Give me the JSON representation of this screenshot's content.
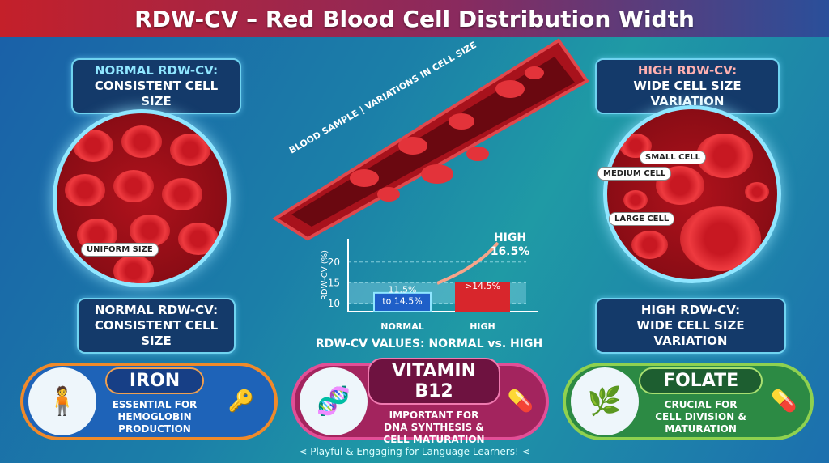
{
  "title": "RDW-CV – Red Blood Cell Distribution Width",
  "normal_top": {
    "line1": "NORMAL RDW-CV:",
    "line2": "CONSISTENT CELL SIZE"
  },
  "high_top": {
    "line1": "HIGH RDW-CV:",
    "line2": "WIDE CELL SIZE VARIATION"
  },
  "normal_bottom": {
    "line1": "NORMAL RDW-CV:",
    "line2": "CONSISTENT CELL SIZE"
  },
  "high_bottom": {
    "line1": "HIGH RDW-CV:",
    "line2": "WIDE CELL SIZE VARIATION"
  },
  "uniform_tag": "UNIFORM SIZE",
  "cell_tags": {
    "small": "SMALL CELL",
    "medium": "MEDIUM CELL",
    "large": "LARGE CELL"
  },
  "vessel_label": "BLOOD SAMPLE | VARIATIONS IN CELL SIZE",
  "chart_data": {
    "type": "bar",
    "categories": [
      "NORMAL",
      "HIGH"
    ],
    "bar_labels": [
      "11.5% to 14.5%",
      ">14.5%"
    ],
    "ylabel": "RDW-CV (%)",
    "yticks": [
      10,
      15,
      20
    ],
    "normal_range": [
      11.5,
      14.5
    ],
    "highlight_band": [
      10,
      15
    ],
    "callout": {
      "line1": "HIGH",
      "line2": "16.5%",
      "value": 16.5
    },
    "caption": "RDW-CV VALUES: NORMAL vs. HIGH",
    "colors": {
      "normal": "#1f5fc8",
      "high": "#d8262c"
    }
  },
  "cards": [
    {
      "title": "IRON",
      "desc": [
        "ESSENTIAL FOR",
        "HEMOGLOBIN",
        "PRODUCTION"
      ],
      "color": "#1e63b8",
      "accent": "#f08a2a"
    },
    {
      "title": "VITAMIN B12",
      "desc": [
        "IMPORTANT FOR",
        "DNA SYNTHESIS &",
        "CELL MATURATION"
      ],
      "color": "#a3245e",
      "accent": "#e24f97"
    },
    {
      "title": "FOLATE",
      "desc": [
        "CRUCIAL FOR",
        "CELL DIVISION &",
        "MATURATION"
      ],
      "color": "#2c8a44",
      "accent": "#8fd14f"
    }
  ],
  "footer": "Playful & Engaging for Language Learners!"
}
